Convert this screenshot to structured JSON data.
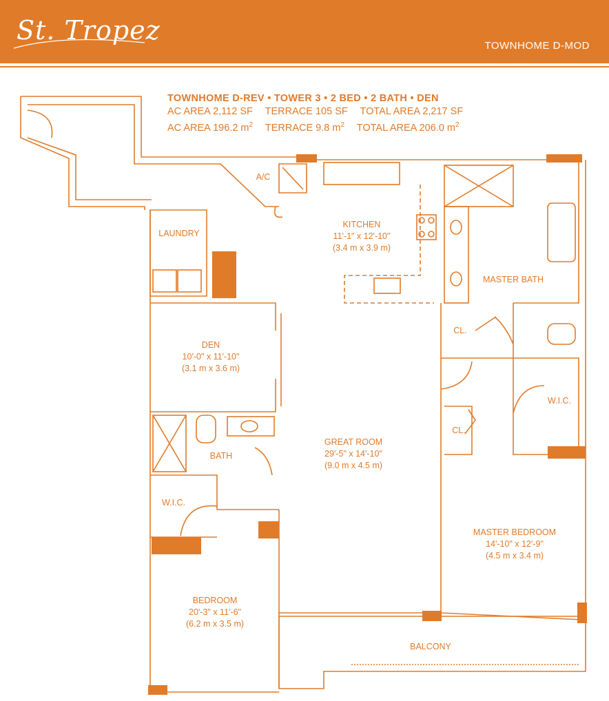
{
  "header": {
    "logo_text": "St. Tropez",
    "title": "TOWNHOME D-MOD"
  },
  "specs": {
    "heading": "TOWNHOME D-REV • TOWER 3 • 2 BED • 2 BATH • DEN",
    "sf": {
      "ac_label": "AC AREA",
      "ac_value": "2,112 SF",
      "terrace_label": "TERRACE",
      "terrace_value": "105 SF",
      "total_label": "TOTAL AREA",
      "total_value": "2,217 SF"
    },
    "metric": {
      "ac_label": "AC AREA",
      "ac_value": "196.2 m",
      "terrace_label": "TERRACE",
      "terrace_value": "9.8 m",
      "total_label": "TOTAL AREA",
      "total_value": "206.0 m",
      "exp": "2"
    }
  },
  "colors": {
    "accent": "#e07b2a",
    "background": "#ffffff"
  },
  "rooms": {
    "ac": {
      "name": "A/C"
    },
    "laundry": {
      "name": "LAUNDRY"
    },
    "kitchen": {
      "name": "KITCHEN",
      "dim": "11'-1\" x 12'-10\"",
      "metric": "(3.4 m x 3.9 m)"
    },
    "master_bath": {
      "name": "MASTER BATH"
    },
    "cl1": {
      "name": "CL."
    },
    "cl2": {
      "name": "CL."
    },
    "den": {
      "name": "DEN",
      "dim": "10'-0\" x 11'-10\"",
      "metric": "(3.1 m x 3.6 m)"
    },
    "wic_master": {
      "name": "W.I.C."
    },
    "great_room": {
      "name": "GREAT ROOM",
      "dim": "29'-5\" x 14'-10\"",
      "metric": "(9.0 m x 4.5 m)"
    },
    "bath": {
      "name": "BATH"
    },
    "wic": {
      "name": "W.I.C."
    },
    "master_bedroom": {
      "name": "MASTER BEDROOM",
      "dim": "14'-10\" x 12'-9\"",
      "metric": "(4.5 m x 3.4 m)"
    },
    "bedroom": {
      "name": "BEDROOM",
      "dim": "20'-3\" x 11'-6\"",
      "metric": "(6.2 m x 3.5 m)"
    },
    "balcony": {
      "name": "BALCONY"
    }
  }
}
